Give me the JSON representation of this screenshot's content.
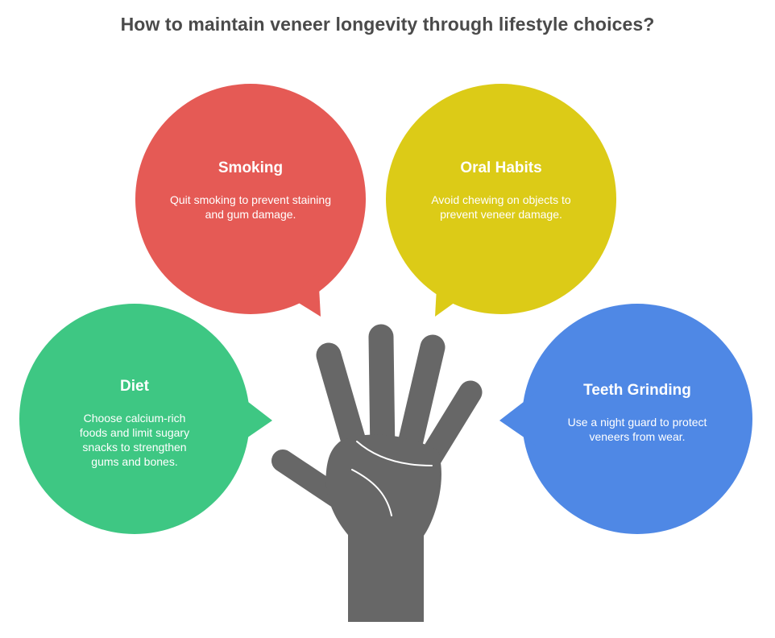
{
  "title": "How to maintain veneer longevity through lifestyle choices?",
  "colors": {
    "smoking": "#e55a55",
    "oral_habits": "#dccb17",
    "diet": "#3ec783",
    "teeth_grinding": "#4f88e5",
    "hand": "#676767",
    "palm_lines": "#ffffff"
  },
  "bubbles": [
    {
      "title": "Smoking",
      "desc": "Quit smoking to prevent staining and gum damage."
    },
    {
      "title": "Oral Habits",
      "desc": "Avoid chewing on objects to prevent veneer damage."
    },
    {
      "title": "Diet",
      "desc": "Choose calcium-rich foods and limit sugary snacks to strengthen gums and bones."
    },
    {
      "title": "Teeth Grinding",
      "desc": "Use a night guard to protect veneers from wear."
    }
  ]
}
